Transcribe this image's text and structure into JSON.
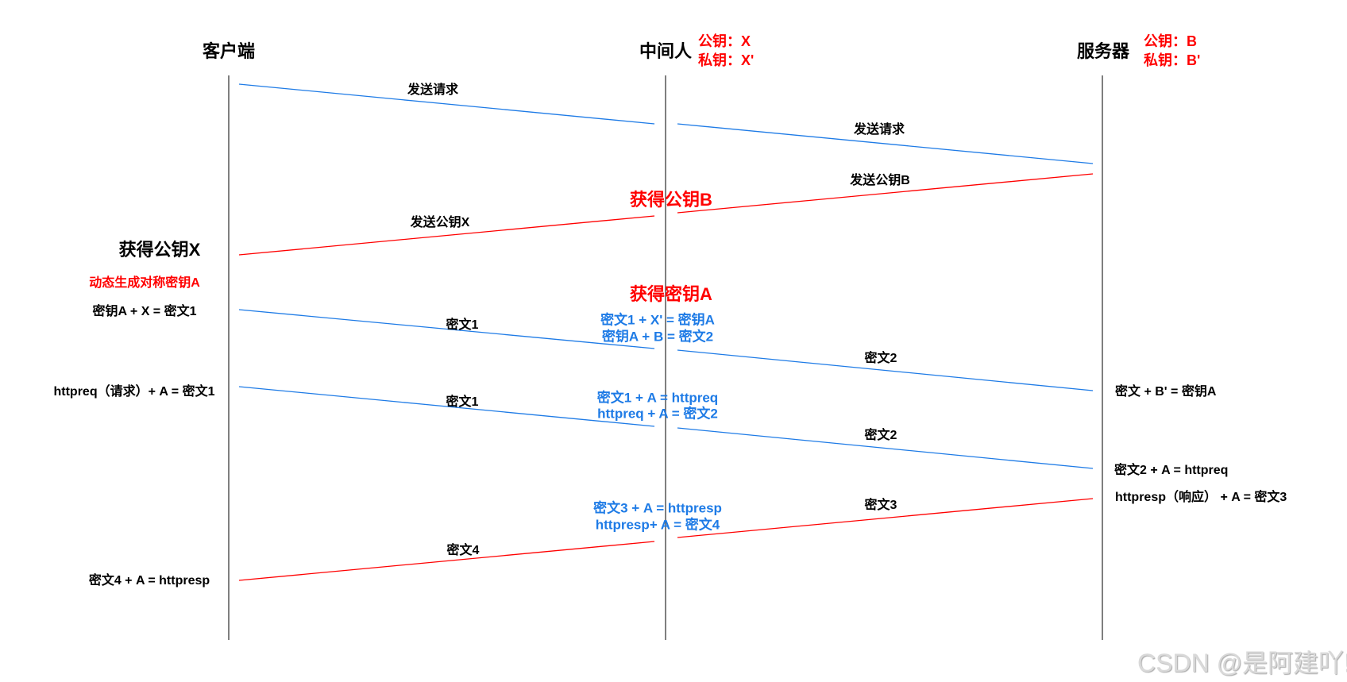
{
  "actors": {
    "client": "客户端",
    "mitm": "中间人",
    "server": "服务器"
  },
  "keys": {
    "mitm_public": "公钥：X",
    "mitm_private": "私钥：X'",
    "server_public": "公钥：B",
    "server_private": "私钥：B'"
  },
  "messages": [
    {
      "label": "发送请求",
      "color": "#1e7be6"
    },
    {
      "label": "发送请求",
      "color": "#1e7be6"
    },
    {
      "label": "发送公钥B",
      "color": "#ff0000"
    },
    {
      "label": "发送公钥X",
      "color": "#ff0000"
    },
    {
      "label": "密文1",
      "color": "#1e7be6"
    },
    {
      "label": "密文2",
      "color": "#1e7be6"
    },
    {
      "label": "密文1",
      "color": "#1e7be6"
    },
    {
      "label": "密文2",
      "color": "#1e7be6"
    },
    {
      "label": "密文3",
      "color": "#ff0000"
    },
    {
      "label": "密文4",
      "color": "#ff0000"
    }
  ],
  "notes": {
    "mitm_got_b": "获得公钥B",
    "client_got_x": "获得公钥X",
    "client_gen_a": "动态生成对称密钥A",
    "client_enc_a": "密钥A + X = 密文1",
    "mitm_got_a": "获得密钥A",
    "mitm_dec1": "密文1 + X' = 密钥A",
    "mitm_enc1": "密钥A + B = 密文2",
    "server_dec_a": "密文 + B' = 密钥A",
    "client_req": "httpreq（请求）+ A = 密文1",
    "mitm_dec2": "密文1 + A = httpreq",
    "mitm_enc2": "httpreq + A = 密文2",
    "server_dec_req": "密文2 + A = httpreq",
    "server_resp": "httpresp（响应） + A = 密文3",
    "mitm_dec3": "密文3 + A = httpresp",
    "mitm_enc3": "httpresp+ A = 密文4",
    "client_dec": "密文4 + A = httpresp"
  },
  "watermark": "CSDN @是阿建吖!"
}
